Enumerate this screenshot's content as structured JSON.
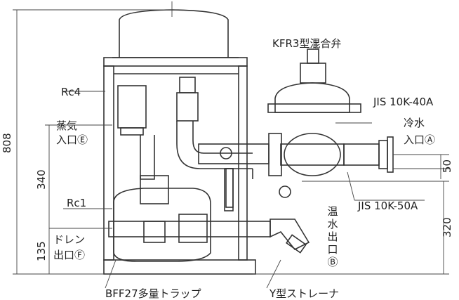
{
  "labels": {
    "valve": "KFR3型混合弁",
    "jis40": "JIS 10K-40A",
    "jis50": "JIS 10K-50A",
    "cold_water_1": "冷水",
    "cold_water_2": "入口Ⓐ",
    "steam_1": "蒸気",
    "steam_2": "入口Ⓔ",
    "rc4": "Rc4",
    "rc1": "Rc1",
    "drain_1": "ドレン",
    "drain_2": "出口Ⓕ",
    "hot_water": "温水出口Ⓑ",
    "trap": "BFF27多量トラップ",
    "strainer": "Y型ストレーナ"
  },
  "dimensions": {
    "overall": "808",
    "d340": "340",
    "d135": "135",
    "d50": "50",
    "d320": "320"
  }
}
